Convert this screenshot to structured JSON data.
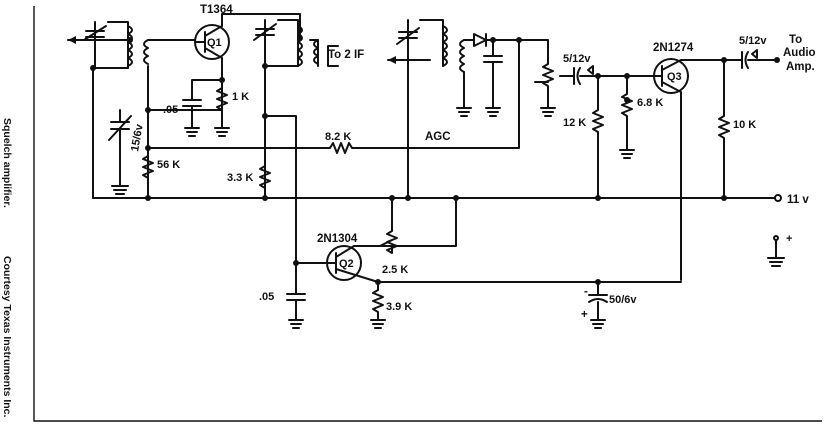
{
  "captions": {
    "title": "Squelch amplifier.",
    "credit": "Courtesy Texas Instruments Inc."
  },
  "labels": {
    "q1_type": "T1364",
    "q1": "Q1",
    "q2_type": "2N1304",
    "q2": "Q2",
    "q3_type": "2N1274",
    "q3": "Q3",
    "to_if": "To 2 IF",
    "cap_05_top": ".05",
    "r_1k": "1 K",
    "cap_15_6v": "15/6v",
    "r_56k": "56 K",
    "r_8_2k": "8.2 K",
    "agc": "AGC",
    "r_3_3k": "3.3 K",
    "cap_5_12v_left": "5/12v",
    "cap_5_12v_right": "5/12v",
    "r_12k": "12 K",
    "r_6_8k": "6.8 K",
    "r_10k": "10 K",
    "to_audio": "To",
    "to_audio2": "Audio",
    "to_audio3": "Amp.",
    "supply": "11 v",
    "plus_supply": "+",
    "r_2_5k": "2.5 K",
    "r_3_9k": "3.9 K",
    "cap_05_bottom": ".05",
    "cap_50_6v": "50/6v",
    "minus": "-",
    "plus": "+"
  }
}
